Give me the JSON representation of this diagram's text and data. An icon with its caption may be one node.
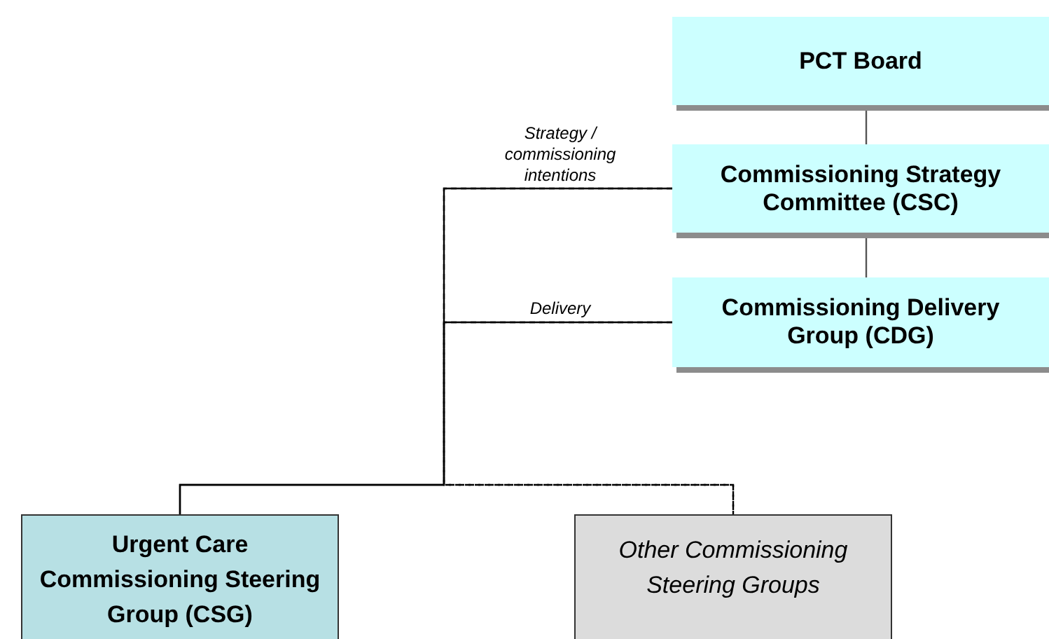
{
  "diagram": {
    "nodes": [
      {
        "text": [
          "PCT Board"
        ]
      },
      {
        "text": [
          "Commissioning Strategy Committee (CSC)"
        ]
      },
      {
        "text": [
          "Commissioning Delivery Group (CDG)"
        ]
      },
      {
        "text": [
          "Urgent Care Commissioning Steering Group (CSG)"
        ]
      },
      {
        "text": [
          "Other Commissioning Steering Groups"
        ]
      }
    ],
    "edges": [
      {
        "from": 0,
        "to": 1,
        "arrow": "none"
      },
      {
        "from": 1,
        "to": 2,
        "arrow": "none"
      },
      {
        "from": 1,
        "to": 3,
        "arrow": "none",
        "label": "Strategy / commissioning intentions"
      },
      {
        "from": 2,
        "to": 3,
        "arrow": "none",
        "label": "Delivery"
      },
      {
        "from": 1,
        "to": 4,
        "arrow": "none",
        "style": "dashed"
      },
      {
        "from": 2,
        "to": 4,
        "arrow": "none",
        "style": "dashed"
      }
    ]
  }
}
